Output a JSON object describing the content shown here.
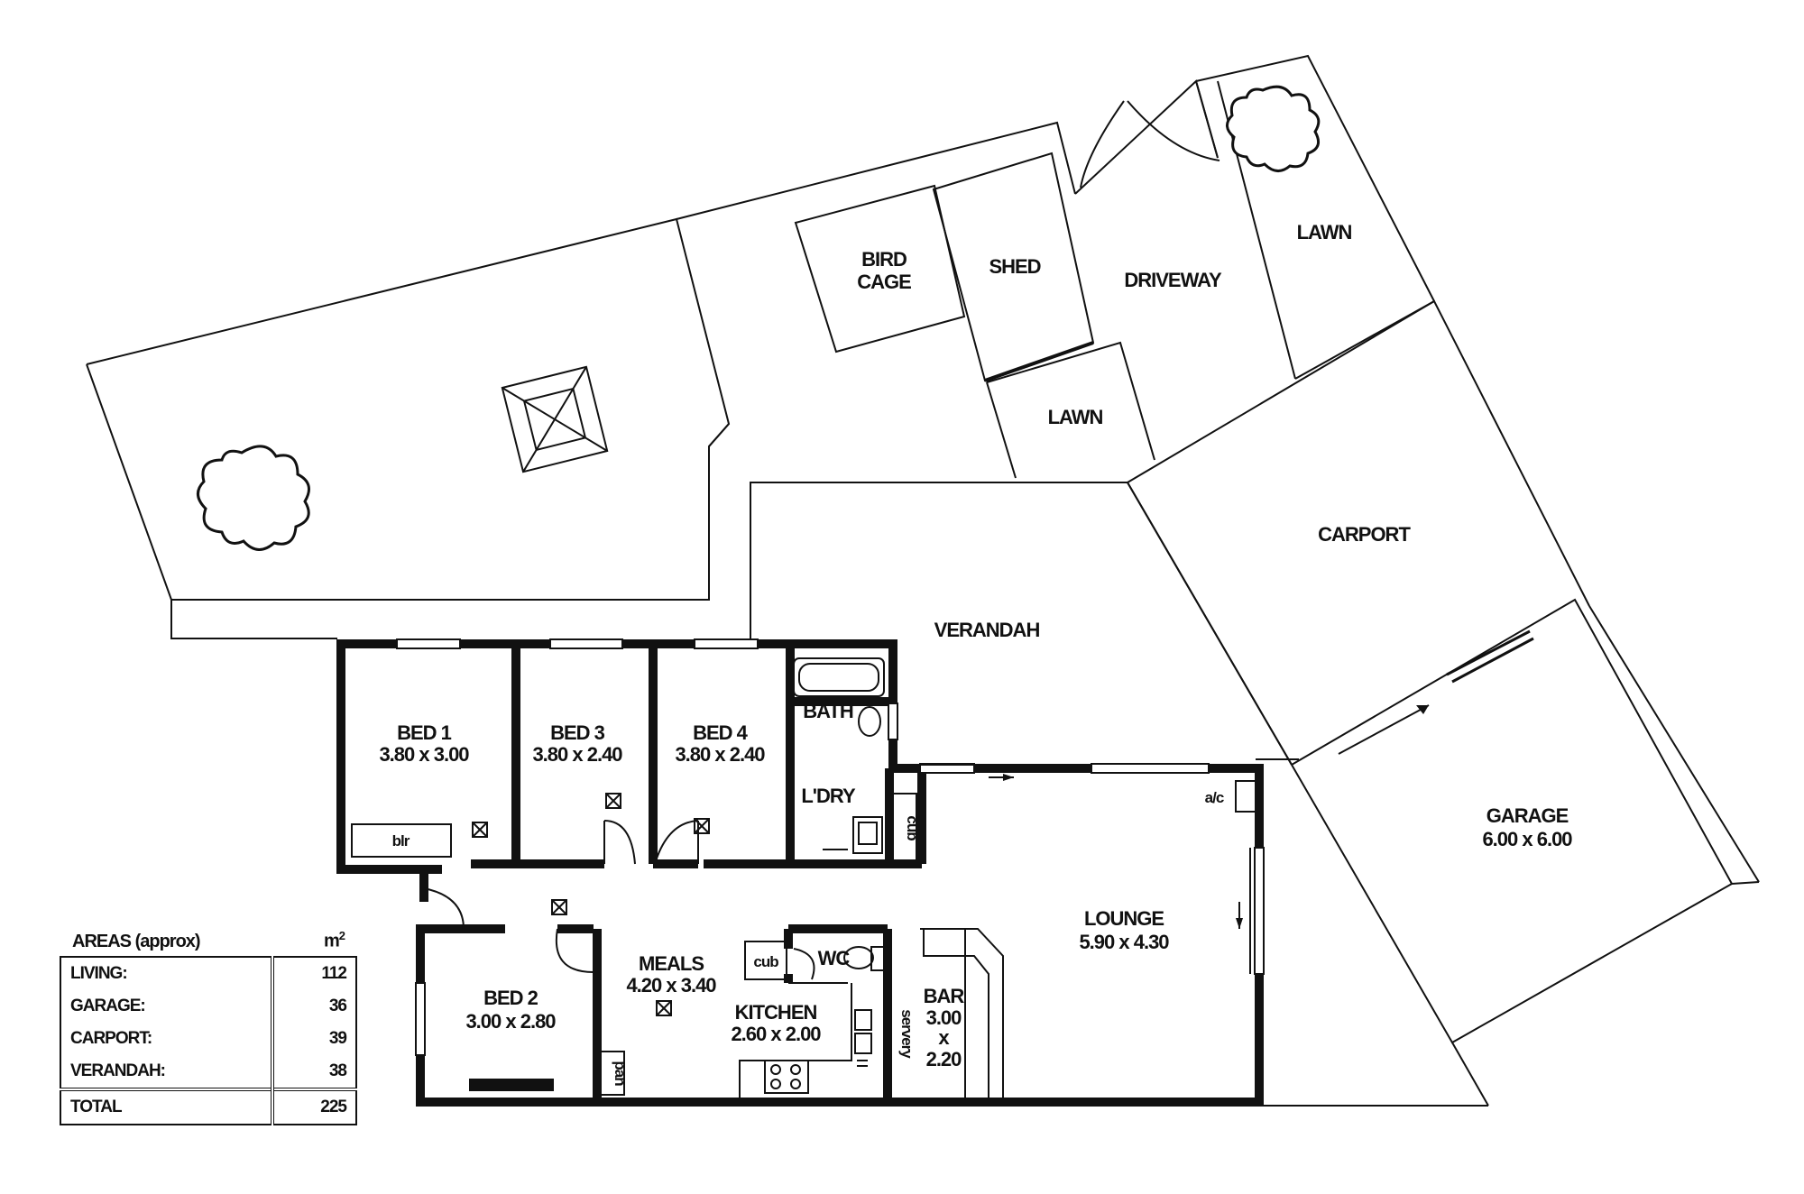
{
  "rooms": {
    "bed1": {
      "name": "BED 1",
      "dim": "3.80 x 3.00"
    },
    "bed3": {
      "name": "BED 3",
      "dim": "3.80 x 2.40"
    },
    "bed4": {
      "name": "BED 4",
      "dim": "3.80 x 2.40"
    },
    "bath": {
      "name": "BATH"
    },
    "ldry": {
      "name": "L'DRY"
    },
    "cub1": {
      "name": "cub"
    },
    "cub2": {
      "name": "cub"
    },
    "blr": {
      "name": "blr"
    },
    "bed2": {
      "name": "BED 2",
      "dim": "3.00 x 2.80"
    },
    "meals": {
      "name": "MEALS",
      "dim": "4.20 x 3.40"
    },
    "kitchen": {
      "name": "KITCHEN",
      "dim": "2.60 x 2.00"
    },
    "pan": {
      "name": "pan"
    },
    "wc": {
      "name": "WC"
    },
    "servery": {
      "name": "servery"
    },
    "bar": {
      "name": "BAR",
      "dim1": "3.00",
      "dim2": "x",
      "dim3": "2.20"
    },
    "lounge": {
      "name": "LOUNGE",
      "dim": "5.90 x 4.30"
    },
    "ac": {
      "name": "a/c"
    },
    "garage": {
      "name": "GARAGE",
      "dim": "6.00 x 6.00"
    }
  },
  "outdoor": {
    "verandah": "VERANDAH",
    "carport": "CARPORT",
    "driveway": "DRIVEWAY",
    "lawn1": "LAWN",
    "lawn2": "LAWN",
    "shed": "SHED",
    "bird_cage_1": "BIRD",
    "bird_cage_2": "CAGE"
  },
  "areas": {
    "title": "AREAS (approx)",
    "unit": "m",
    "unit_sup": "2",
    "rows": [
      {
        "label": "LIVING:",
        "value": "112"
      },
      {
        "label": "GARAGE:",
        "value": "36"
      },
      {
        "label": "CARPORT:",
        "value": "39"
      },
      {
        "label": "VERANDAH:",
        "value": "38"
      }
    ],
    "total": {
      "label": "TOTAL",
      "value": "225"
    }
  }
}
